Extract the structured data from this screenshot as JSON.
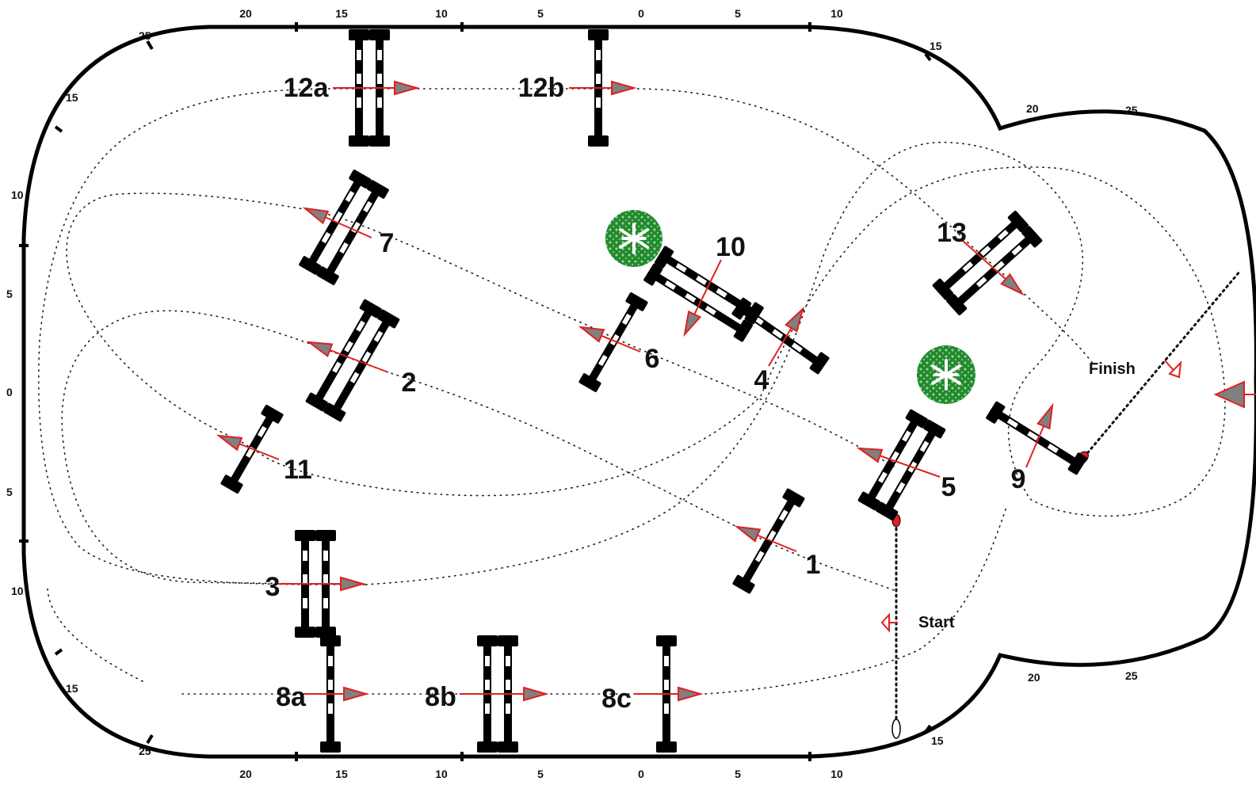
{
  "arena": {
    "scale_top": [
      "20",
      "15",
      "10",
      "5",
      "0",
      "5",
      "10"
    ],
    "scale_bottom": [
      "20",
      "15",
      "10",
      "5",
      "0",
      "5",
      "10"
    ],
    "scale_left": [
      "10",
      "5",
      "0",
      "5",
      "10"
    ],
    "corner_marks": {
      "top_left_upper": "25",
      "top_left_lower": "15",
      "top_right": "15",
      "top_right_bulge_a": "20",
      "top_right_bulge_b": "25",
      "bottom_left_upper": "15",
      "bottom_left_lower": "25",
      "bottom_right": "15",
      "bottom_right_bulge_a": "20",
      "bottom_right_bulge_b": "25"
    },
    "start_label": "Start",
    "finish_label": "Finish"
  },
  "jumps": [
    {
      "id": "1",
      "label": "1"
    },
    {
      "id": "2",
      "label": "2"
    },
    {
      "id": "3",
      "label": "3"
    },
    {
      "id": "4",
      "label": "4"
    },
    {
      "id": "5",
      "label": "5"
    },
    {
      "id": "6",
      "label": "6"
    },
    {
      "id": "7",
      "label": "7"
    },
    {
      "id": "8a",
      "label": "8a"
    },
    {
      "id": "8b",
      "label": "8b"
    },
    {
      "id": "8c",
      "label": "8c"
    },
    {
      "id": "9",
      "label": "9"
    },
    {
      "id": "10",
      "label": "10"
    },
    {
      "id": "11",
      "label": "11"
    },
    {
      "id": "12a",
      "label": "12a"
    },
    {
      "id": "12b",
      "label": "12b"
    },
    {
      "id": "13",
      "label": "13"
    }
  ],
  "colors": {
    "arrow": "#e02020",
    "arrow_head_fill": "#808080",
    "pole_black": "#000000",
    "pole_white": "#ffffff",
    "shrub": "#1f8a2a",
    "fence": "#000000"
  }
}
